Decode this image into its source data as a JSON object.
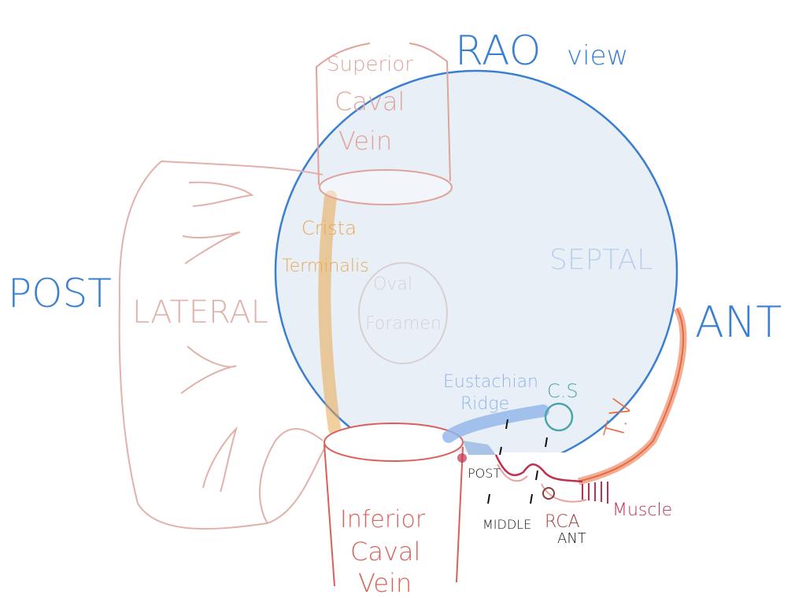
{
  "title": {
    "main": "RAO",
    "sub": "view"
  },
  "orientation": {
    "posterior": "POST",
    "anterior": "ANT"
  },
  "regions": {
    "lateral": "LATERAL",
    "septal": "SEPTAL"
  },
  "structures": {
    "svc": [
      "Superior",
      "Caval",
      "Vein"
    ],
    "ivc": [
      "Inferior",
      "Caval",
      "Vein"
    ],
    "crista": [
      "Crista",
      "Terminalis"
    ],
    "oval": [
      "Oval",
      "Foramen"
    ],
    "eustachian": [
      "Eustachian",
      "Ridge"
    ],
    "cs": "C.S",
    "tv": "T.V",
    "rca": "RCA",
    "muscle": "Muscle"
  },
  "isthmus_segments": {
    "post": "POST",
    "middle": "MIDDLE",
    "ant": "ANT"
  },
  "colors": {
    "outline_blue": "#3a7fd0",
    "atrium_fill": "#e9eff6",
    "vein_pink": "#e0a29a",
    "ivc_red": "#d9605a",
    "crista_orange": "#e8a850",
    "eustachian_blue": "#8fb4ea",
    "cs_teal": "#4aa5a8",
    "tv_orange": "#e8693e",
    "muscle_crimson": "#c0304e",
    "oval_gray": "#d8d0d0"
  }
}
